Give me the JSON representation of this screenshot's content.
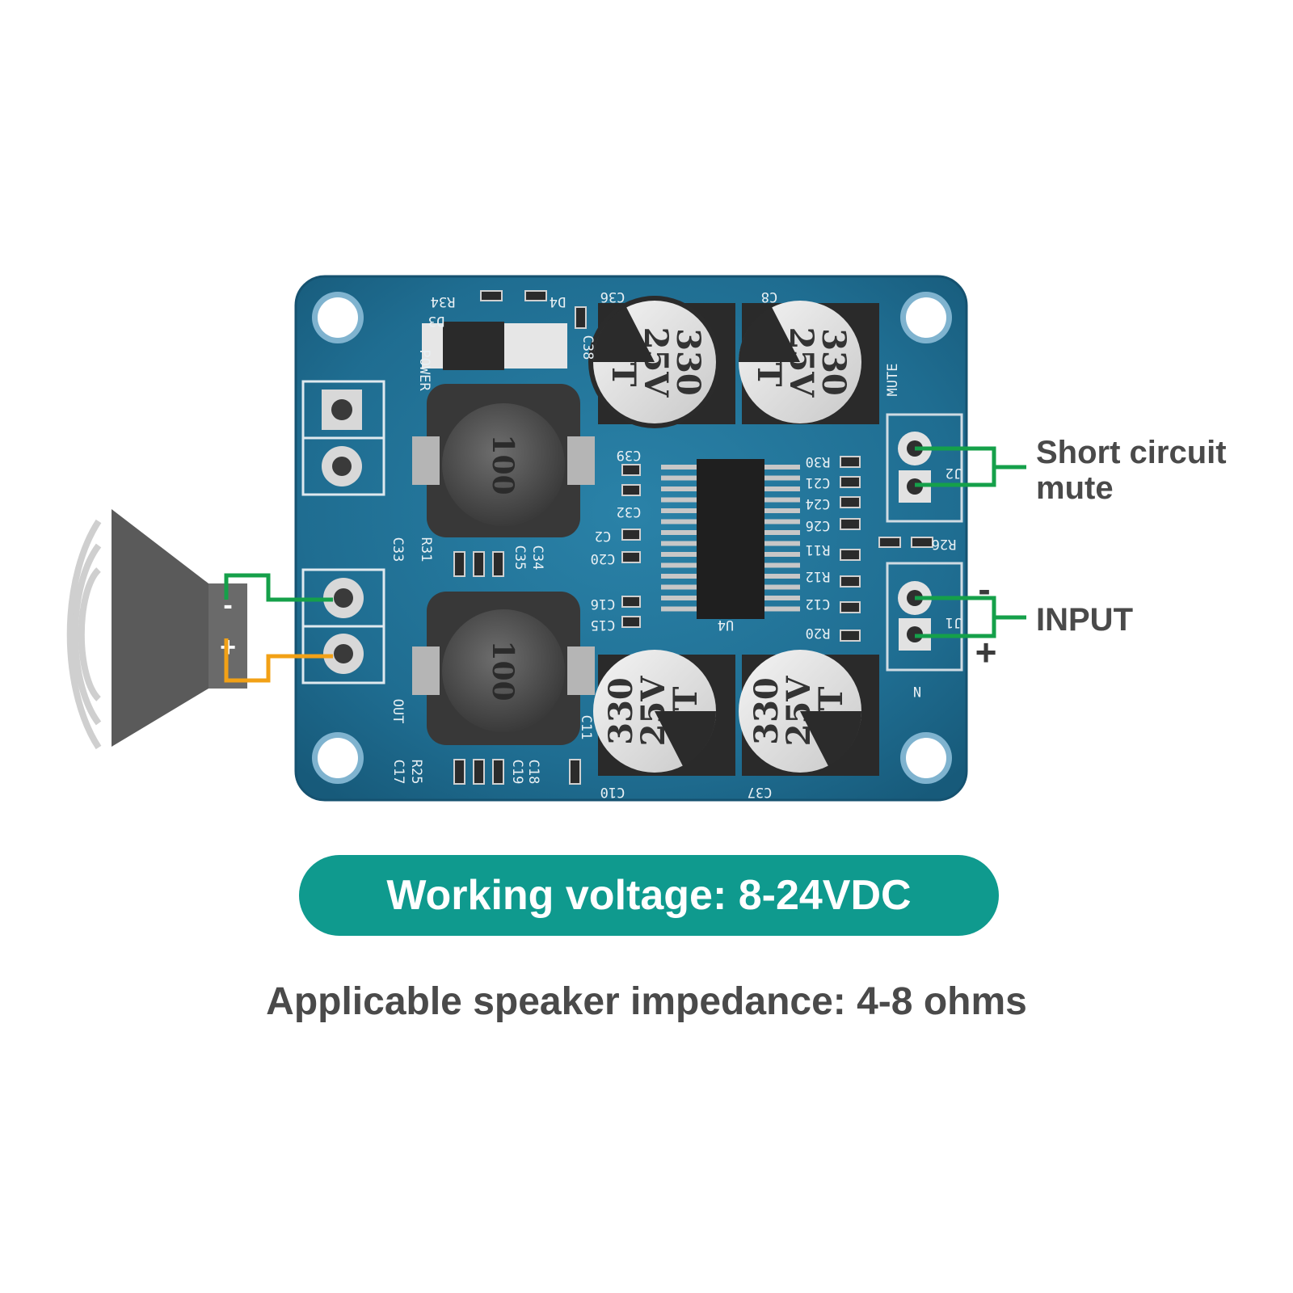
{
  "annotations": {
    "mute": [
      "Short circuit",
      "mute"
    ],
    "input": "INPUT",
    "input_minus": "-",
    "input_plus": "+"
  },
  "speaker": {
    "minus": "-",
    "plus": "+"
  },
  "banner": {
    "voltage": "Working voltage: 8-24VDC"
  },
  "impedance": "Applicable speaker impedance: 4-8 ohms",
  "board": {
    "capacitor_markings": [
      "330",
      "25V",
      "VT"
    ],
    "inductor_marking": "100",
    "silkscreen": {
      "power": "POWER",
      "mute": "MUTE",
      "out": "OUT",
      "labels_top": [
        "R34",
        "D3",
        "D4",
        "C36",
        "C8",
        "C38"
      ],
      "labels_mid": [
        "C39",
        "R30",
        "C21",
        "C24",
        "C26",
        "R11",
        "R12",
        "C12",
        "R20",
        "R26",
        "C32",
        "C2",
        "C20",
        "C16",
        "C15",
        "C33",
        "R31",
        "C35",
        "C34",
        "U4"
      ],
      "labels_bottom": [
        "C17",
        "R25",
        "C18",
        "C19",
        "C11",
        "C10",
        "C37"
      ],
      "connector_labels": [
        "J2",
        "J1",
        "N"
      ]
    }
  },
  "colors": {
    "board": "#1f6d91",
    "accent_green": "#15a04a",
    "accent_orange": "#f2a116",
    "pill": "#0f9a8e",
    "text_gray": "#4a4a4a"
  }
}
